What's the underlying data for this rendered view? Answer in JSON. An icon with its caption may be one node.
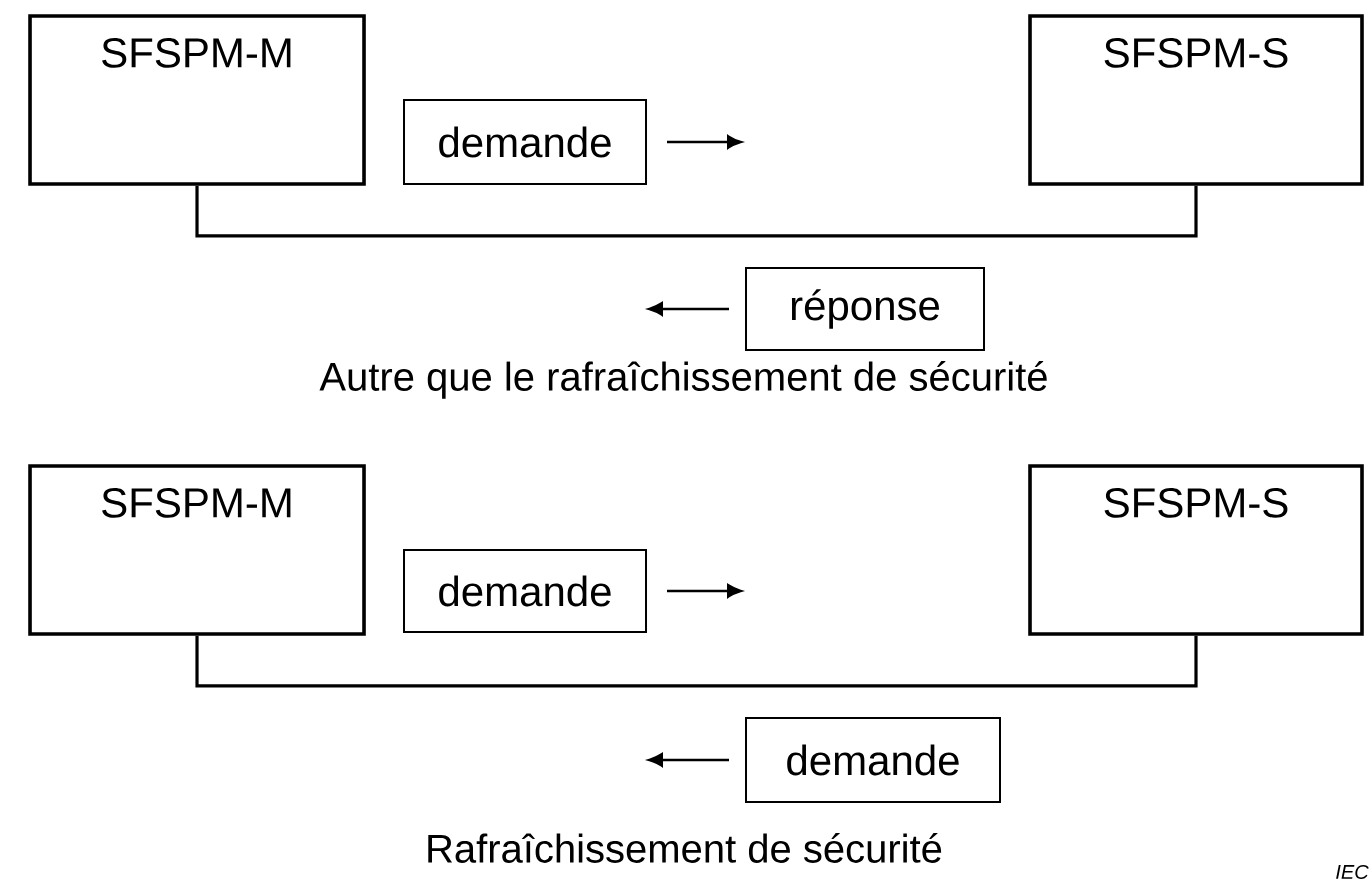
{
  "diagram": {
    "nodes": [
      {
        "text": [
          "SFSPM-M"
        ]
      },
      {
        "text": [
          "SFSPM-S"
        ]
      },
      {
        "text": [
          "demande"
        ]
      },
      {
        "text": [
          "réponse"
        ]
      },
      {
        "text": [
          "SFSPM-M"
        ]
      },
      {
        "text": [
          "SFSPM-S"
        ]
      },
      {
        "text": [
          "demande"
        ]
      },
      {
        "text": [
          "demande"
        ]
      }
    ],
    "edges": [
      {
        "from": 0,
        "to": 1,
        "arrow": "none"
      },
      {
        "from": 2,
        "to": null,
        "arrow": "to"
      },
      {
        "from": 3,
        "to": null,
        "arrow": "to"
      },
      {
        "from": 4,
        "to": 5,
        "arrow": "none"
      },
      {
        "from": 6,
        "to": null,
        "arrow": "to"
      },
      {
        "from": 7,
        "to": null,
        "arrow": "to"
      }
    ],
    "labels": [
      "Autre que le rafraîchissement de sécurité",
      "Rafraîchissement de sécurité",
      "IEC"
    ]
  }
}
